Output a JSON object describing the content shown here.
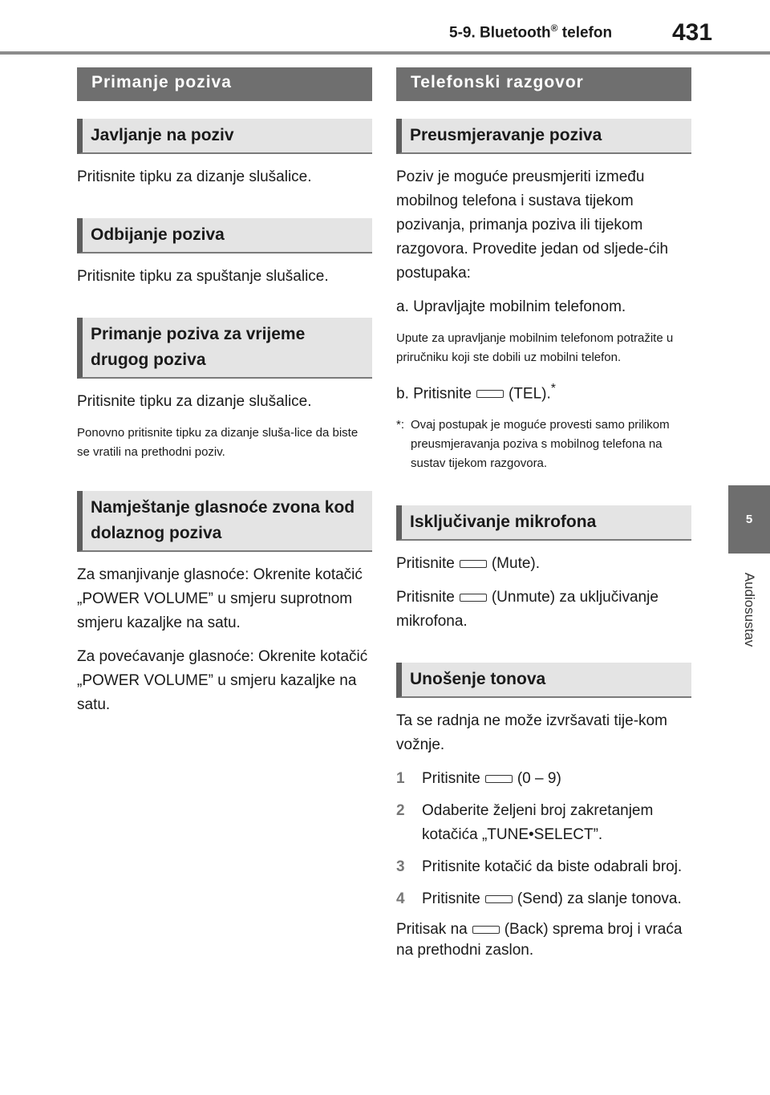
{
  "header": {
    "section": "5-9. Bluetooth",
    "reg": "®",
    "section_tail": " telefon",
    "page": "431"
  },
  "side_tab": {
    "number": "5",
    "label": "Audiosustav"
  },
  "left": {
    "main_heading": "Primanje poziva",
    "answer": {
      "heading": "Javljanje na poziv",
      "text": "Pritisnite tipku za dizanje slušalice."
    },
    "reject": {
      "heading": "Odbijanje poziva",
      "text": "Pritisnite tipku za spuštanje slušalice."
    },
    "waiting": {
      "heading": "Primanje poziva za vrijeme drugog poziva",
      "text": "Pritisnite tipku za dizanje slušalice.",
      "note": "Ponovno pritisnite tipku za dizanje sluša-lice da biste se vratili na prethodni poziv."
    },
    "ringer": {
      "heading": "Namještanje glasnoće zvona kod dolaznog poziva",
      "decrease": "Za smanjivanje glasnoće: Okrenite kotačić „POWER VOLUME” u smjeru suprotnom smjeru kazaljke na satu.",
      "increase": "Za povećavanje glasnoće: Okrenite kotačić „POWER VOLUME” u smjeru kazaljke na satu."
    }
  },
  "right": {
    "main_heading": "Telefonski razgovor",
    "transfer": {
      "heading": "Preusmjeravanje poziva",
      "text": "Poziv je moguće preusmjeriti između mobilnog telefona i sustava tijekom pozivanja, primanja poziva ili tijekom razgovora. Provedite jedan od sljede-ćih postupaka:",
      "opt_a": "a. Upravljajte mobilnim telefonom.",
      "opt_a_note": "Upute za upravljanje mobilnim telefonom potražite u priručniku koji ste dobili uz mobilni telefon.",
      "opt_b_pre": "b. Pritisnite",
      "opt_b_post": "(TEL).",
      "star": "*",
      "footnote_mark": "*:",
      "footnote": "Ovaj postupak je moguće provesti samo prilikom preusmjeravanja poziva s mobilnog telefona na sustav tijekom razgovora."
    },
    "mute": {
      "heading": "Isključivanje mikrofona",
      "pre": "Pritisnite",
      "mute_post": "(Mute).",
      "unmute_post": "(Unmute) za uključivanje mikrofona."
    },
    "tones": {
      "heading": "Unošenje tonova",
      "intro": "Ta se radnja ne može izvršavati tije-kom vožnje.",
      "steps": [
        {
          "n": "1",
          "pre": "Pritisnite",
          "post": "(0 – 9)"
        },
        {
          "n": "2",
          "text": "Odaberite željeni broj zakretanjem kotačića „TUNE•SELECT”."
        },
        {
          "n": "3",
          "text": "Pritisnite kotačić da biste odabrali broj."
        },
        {
          "n": "4",
          "pre": "Pritisnite",
          "post": "(Send) za slanje tonova."
        }
      ],
      "back_pre": "Pritisak na",
      "back_post": "(Back) sprema broj i vraća na prethodni zaslon."
    }
  }
}
